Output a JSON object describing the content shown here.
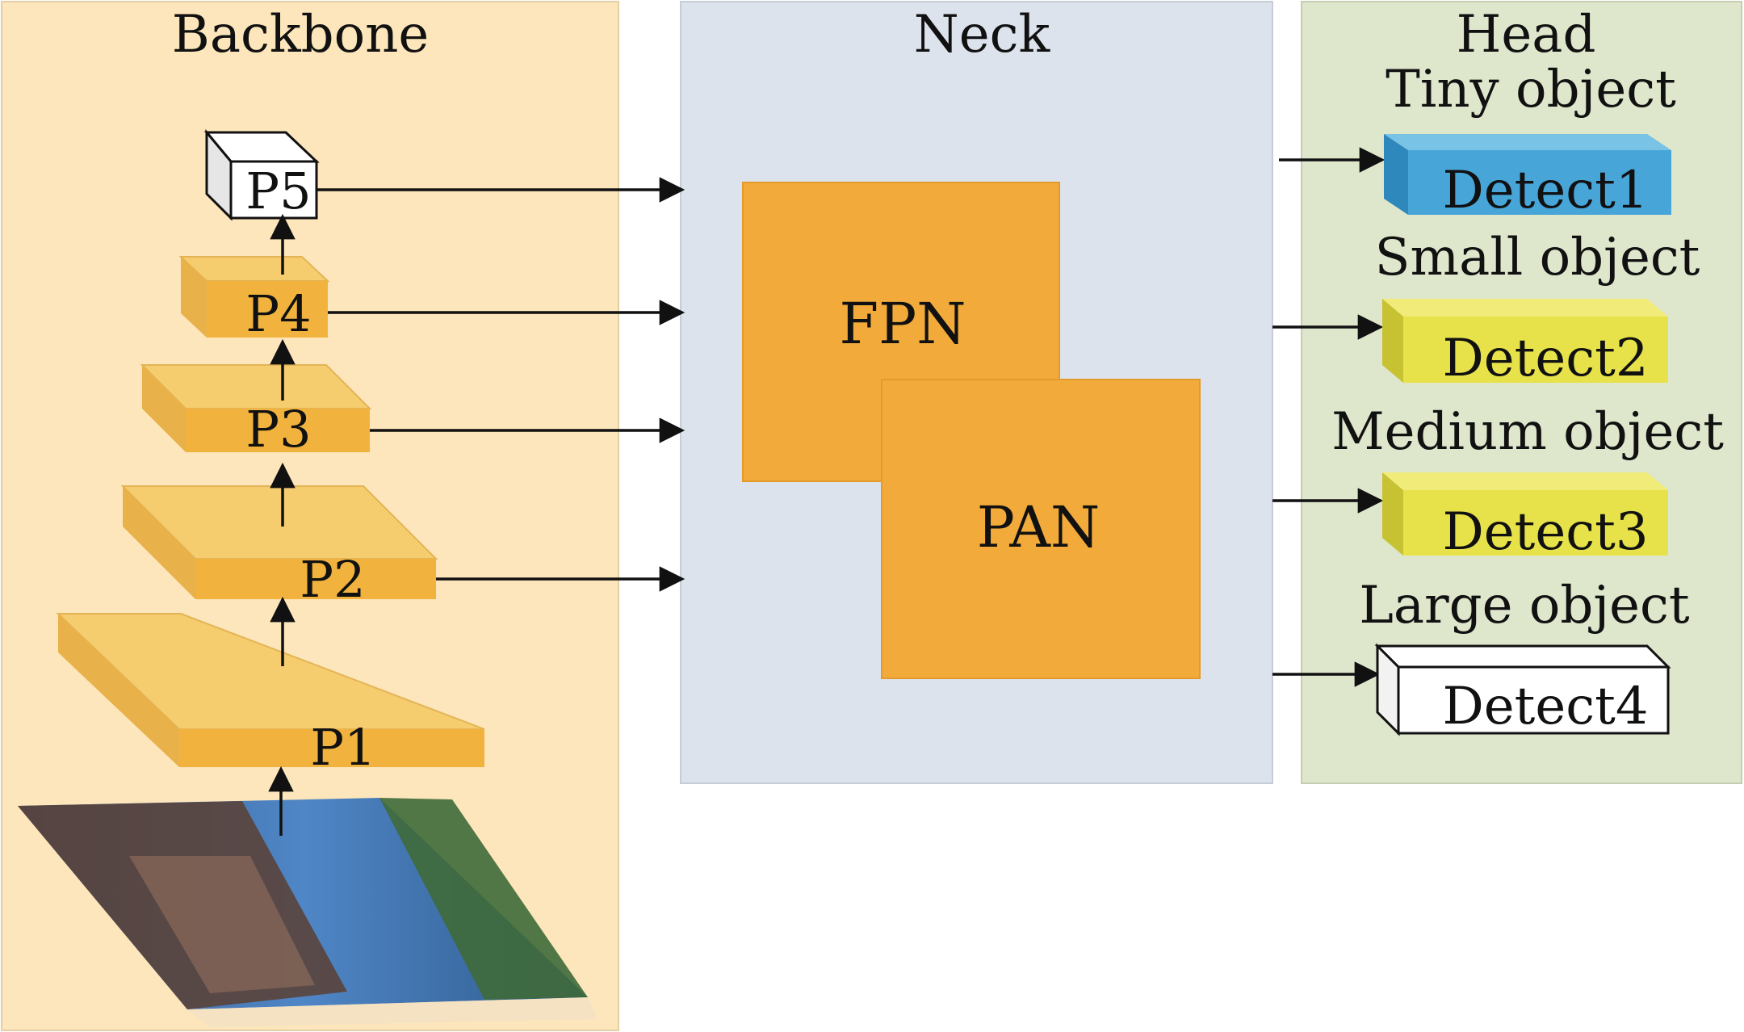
{
  "sections": {
    "backbone": {
      "title": "Backbone",
      "fill": "#fde6bb"
    },
    "neck": {
      "title": "Neck",
      "fill": "#dce3ec"
    },
    "head": {
      "title": "Head",
      "fill": "#dee6cc"
    }
  },
  "backbone_levels": [
    "P1",
    "P2",
    "P3",
    "P4",
    "P5"
  ],
  "neck_blocks": {
    "fpn": "FPN",
    "pan": "PAN",
    "fill": "#f2ab3a"
  },
  "head_outputs": [
    {
      "caption": "Tiny object",
      "label": "Detect1",
      "color": "#48a5d8"
    },
    {
      "caption": "Small object",
      "label": "Detect2",
      "color": "#e8e24a"
    },
    {
      "caption": "Medium object",
      "label": "Detect3",
      "color": "#e8e24a"
    },
    {
      "caption": "Large object",
      "label": "Detect4",
      "color": "#ffffff"
    }
  ],
  "colors": {
    "level_front": "#f2b33e",
    "level_top": "#f6cd6e",
    "arrow": "#111111"
  }
}
